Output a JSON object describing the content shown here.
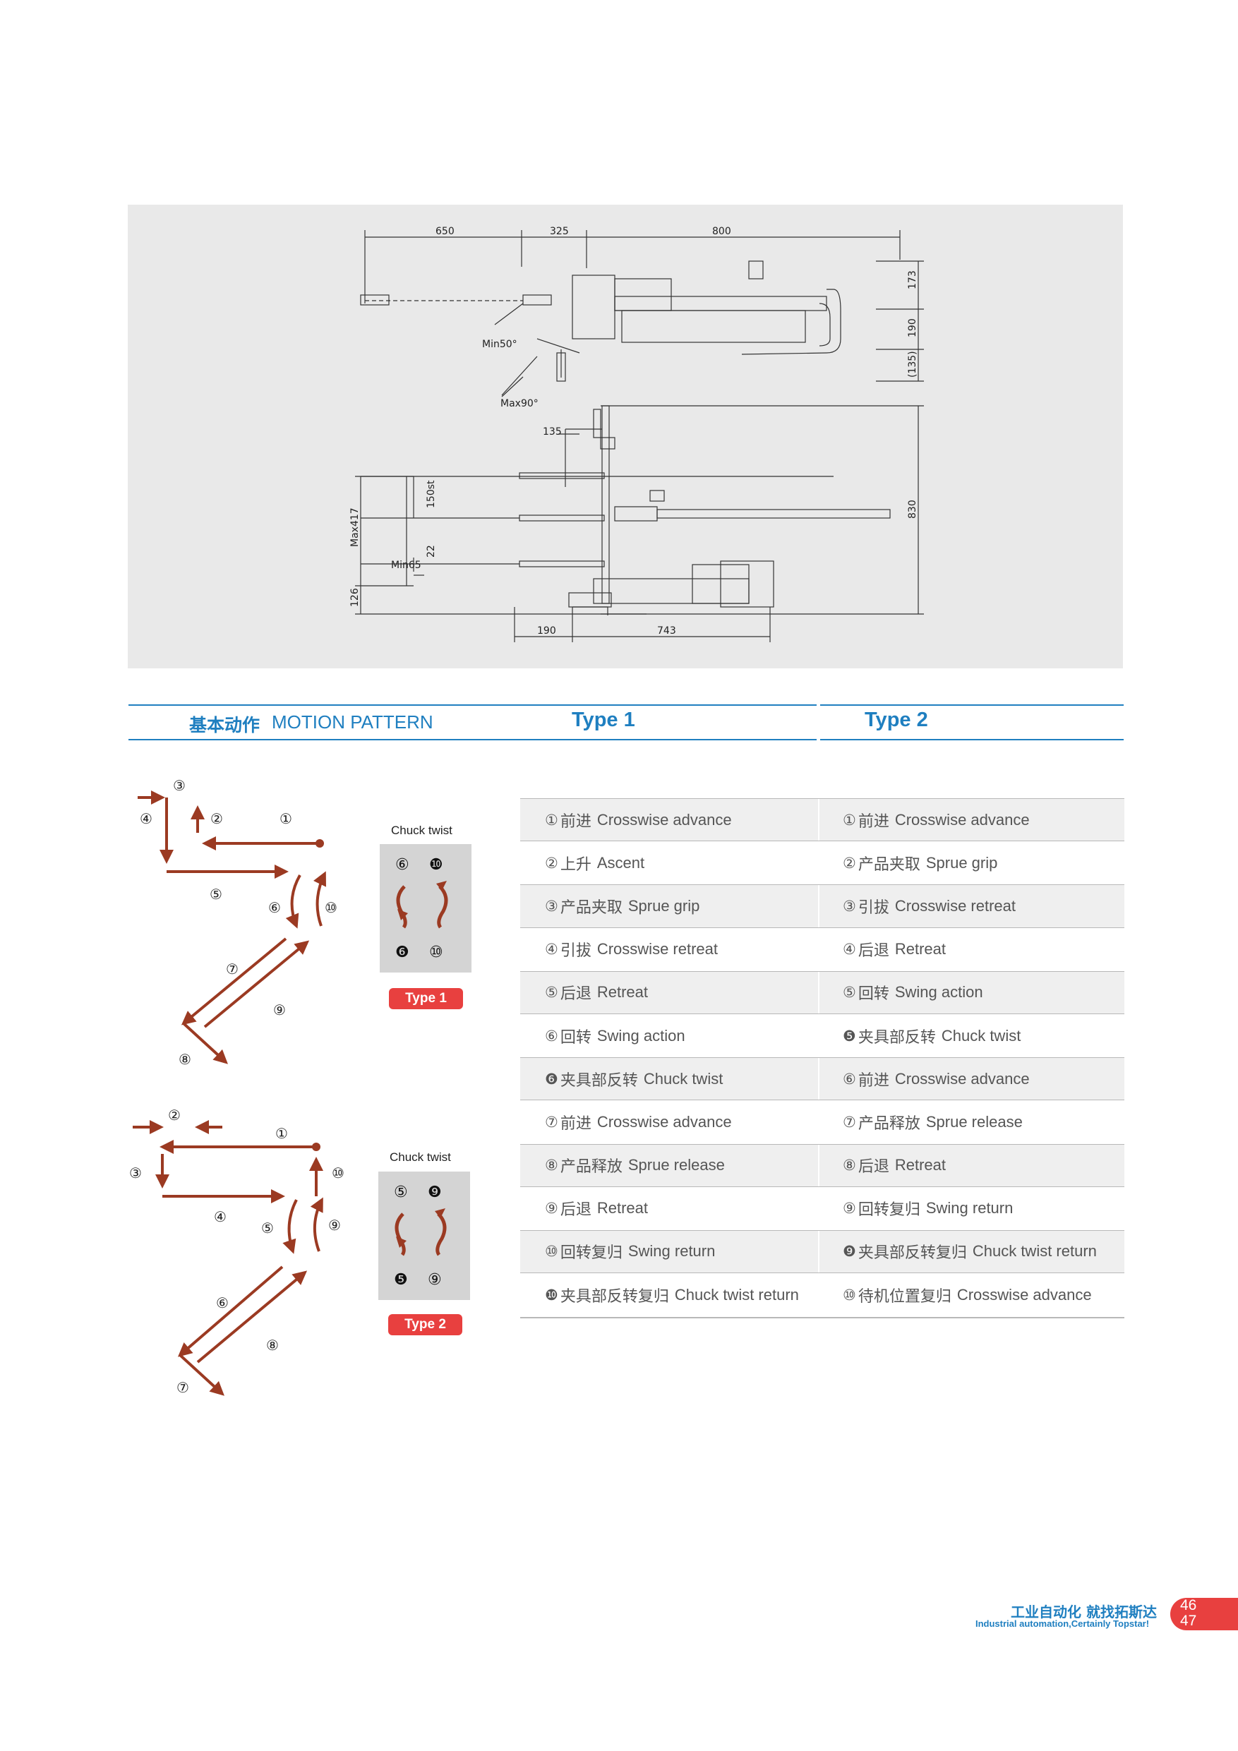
{
  "drawing": {
    "dims": {
      "d650": "650",
      "d325": "325",
      "d800": "800",
      "d173": "173",
      "d190v": "190",
      "d135v": "(135)",
      "min50": "Min50°",
      "max90": "Max90°",
      "d135": "135",
      "d150st": "150st",
      "max417": "Max417",
      "d22": "22",
      "min65": "Min65",
      "d126": "126",
      "d830": "830",
      "d190": "190",
      "d743": "743"
    }
  },
  "header": {
    "title_cn": "基本动作",
    "title_en": "MOTION PATTERN",
    "type1": "Type 1",
    "type2": "Type 2"
  },
  "table": {
    "rows": [
      {
        "t1": {
          "num": "①",
          "cn": "前进",
          "en": "Crosswise advance"
        },
        "t2": {
          "num": "①",
          "cn": "前进",
          "en": "Crosswise advance"
        }
      },
      {
        "t1": {
          "num": "②",
          "cn": "上升",
          "en": "Ascent"
        },
        "t2": {
          "num": "②",
          "cn": "产品夹取",
          "en": "Sprue grip"
        }
      },
      {
        "t1": {
          "num": "③",
          "cn": "产品夹取",
          "en": "Sprue grip"
        },
        "t2": {
          "num": "③",
          "cn": "引拔",
          "en": "Crosswise retreat"
        }
      },
      {
        "t1": {
          "num": "④",
          "cn": "引拔",
          "en": "Crosswise retreat"
        },
        "t2": {
          "num": "④",
          "cn": "后退",
          "en": "Retreat"
        }
      },
      {
        "t1": {
          "num": "⑤",
          "cn": "后退",
          "en": "Retreat"
        },
        "t2": {
          "num": "⑤",
          "cn": "回转",
          "en": "Swing action"
        }
      },
      {
        "t1": {
          "num": "⑥",
          "cn": "回转",
          "en": "Swing action"
        },
        "t2": {
          "num": "❺",
          "cn": "夹具部反转",
          "en": "Chuck twist"
        }
      },
      {
        "t1": {
          "num": "❻",
          "cn": "夹具部反转",
          "en": "Chuck twist"
        },
        "t2": {
          "num": "⑥",
          "cn": "前进",
          "en": "Crosswise advance"
        }
      },
      {
        "t1": {
          "num": "⑦",
          "cn": "前进",
          "en": "Crosswise advance"
        },
        "t2": {
          "num": "⑦",
          "cn": "产品释放",
          "en": "Sprue release"
        }
      },
      {
        "t1": {
          "num": "⑧",
          "cn": "产品释放",
          "en": "Sprue release"
        },
        "t2": {
          "num": "⑧",
          "cn": "后退",
          "en": "Retreat"
        }
      },
      {
        "t1": {
          "num": "⑨",
          "cn": "后退",
          "en": "Retreat"
        },
        "t2": {
          "num": "⑨",
          "cn": "回转复归",
          "en": "Swing return"
        }
      },
      {
        "t1": {
          "num": "⑩",
          "cn": "回转复归",
          "en": "Swing return"
        },
        "t2": {
          "num": "❾",
          "cn": "夹具部反转复归",
          "en": "Chuck twist return"
        }
      },
      {
        "t1": {
          "num": "❿",
          "cn": "夹具部反转复归",
          "en": "Chuck twist return"
        },
        "t2": {
          "num": "⑩",
          "cn": "待机位置复归",
          "en": "Crosswise advance"
        }
      }
    ]
  },
  "diagram1": {
    "n1": "①",
    "n2": "②",
    "n3": "③",
    "n4": "④",
    "n5": "⑤",
    "n6": "⑥",
    "n7": "⑦",
    "n8": "⑧",
    "n9": "⑨",
    "n10": "⑩",
    "chuck_label": "Chuck twist",
    "chuck_top_a": "⑥",
    "chuck_top_b": "❿",
    "chuck_bot_a": "❻",
    "chuck_bot_b": "⑩",
    "badge": "Type 1"
  },
  "diagram2": {
    "n1": "①",
    "n2": "②",
    "n3": "③",
    "n4": "④",
    "n5": "⑤",
    "n6": "⑥",
    "n7": "⑦",
    "n8": "⑧",
    "n9": "⑨",
    "n10": "⑩",
    "chuck_label": "Chuck twist",
    "chuck_top_a": "⑤",
    "chuck_top_b": "❾",
    "chuck_bot_a": "❺",
    "chuck_bot_b": "⑨",
    "badge": "Type 2"
  },
  "footer": {
    "slogan_cn": "工业自动化 就找拓斯达",
    "slogan_en": "Industrial automation,Certainly Topstar!",
    "page_a": "46",
    "page_b": "47"
  },
  "colors": {
    "accent": "#1f7fc0",
    "arrow": "#9b3a22",
    "badge": "#e8403f"
  }
}
